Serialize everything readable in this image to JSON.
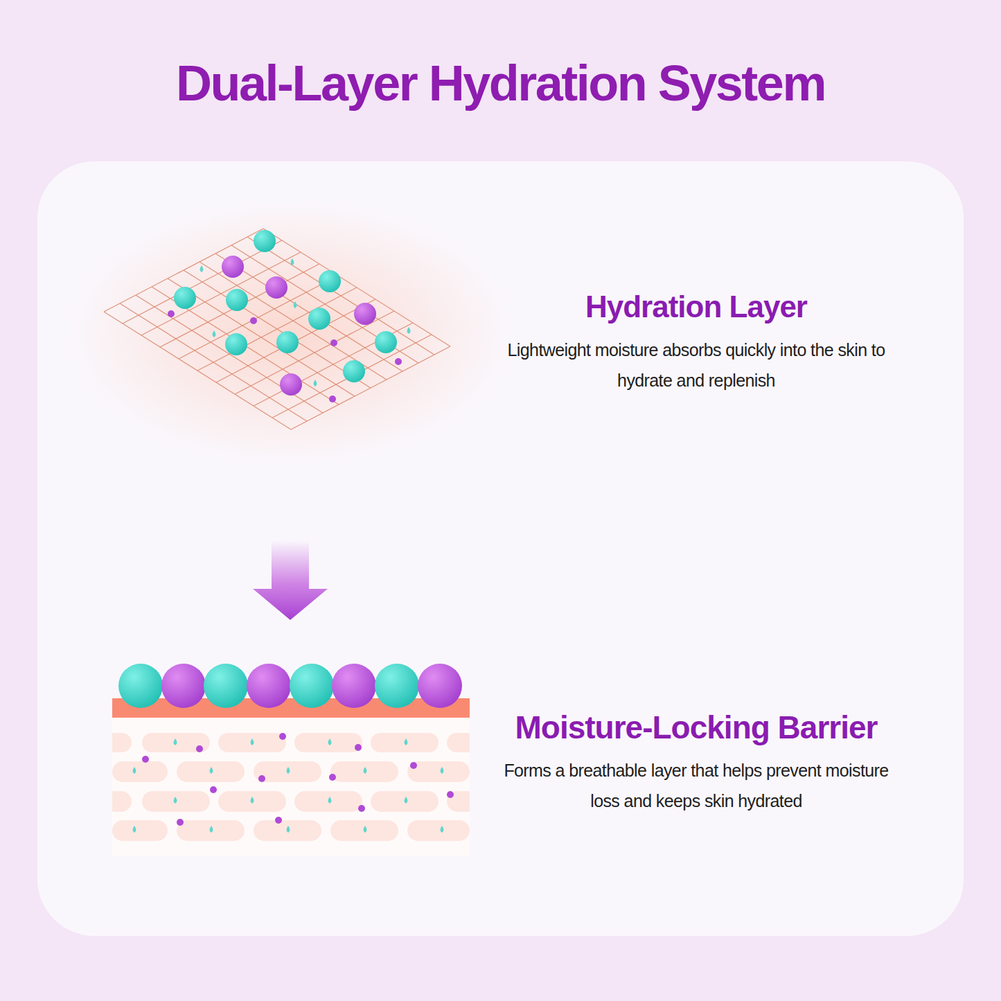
{
  "diagram": {
    "title": "Dual-Layer Hydration System",
    "nodes": [
      {
        "text": [
          "Hydration Layer",
          "Lightweight moisture absorbs quickly into the skin to hydrate and replenish"
        ]
      },
      {
        "text": [
          "Moisture-Locking Barrier",
          "Forms a breathable layer that helps prevent moisture loss and keeps skin hydrated"
        ]
      }
    ],
    "edges": [
      {
        "from": 0,
        "to": 1,
        "arrow": "to"
      }
    ]
  }
}
